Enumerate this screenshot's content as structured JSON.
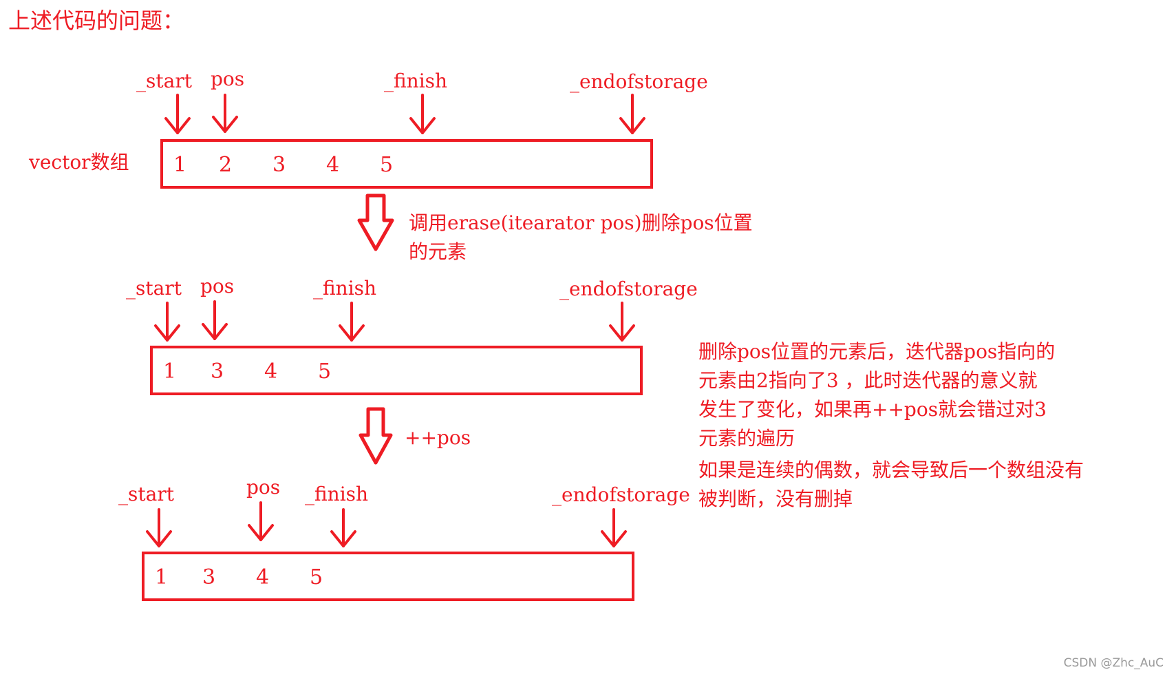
{
  "title": "上述代码的问题：",
  "vector_label": "vector数组",
  "pointer_labels": {
    "start": "_start",
    "pos": "pos",
    "finish": "_finish",
    "endofstorage": "_endofstorage"
  },
  "rows": [
    {
      "values": [
        "1",
        "2",
        "3",
        "4",
        "5"
      ]
    },
    {
      "values": [
        "1",
        "3",
        "4",
        "5"
      ]
    },
    {
      "values": [
        "1",
        "3",
        "4",
        "5"
      ]
    }
  ],
  "step1_text": "调用erase(itearator pos)删除pos位置的元素",
  "step2_text": "++pos",
  "explanation": "删除pos位置的元素后，迭代器pos指向的元素由2指向了3 ，此时迭代器的意义就发生了变化，如果再++pos就会错过对3元素的遍历",
  "consequence": "如果是连续的偶数，就会导致后一个数组没有被判断，没有删掉",
  "watermark": "CSDN @Zhc_AuC",
  "colors": {
    "annotation": "#ee1c24",
    "background": "#ffffff",
    "watermark": "#9a9a9a"
  }
}
